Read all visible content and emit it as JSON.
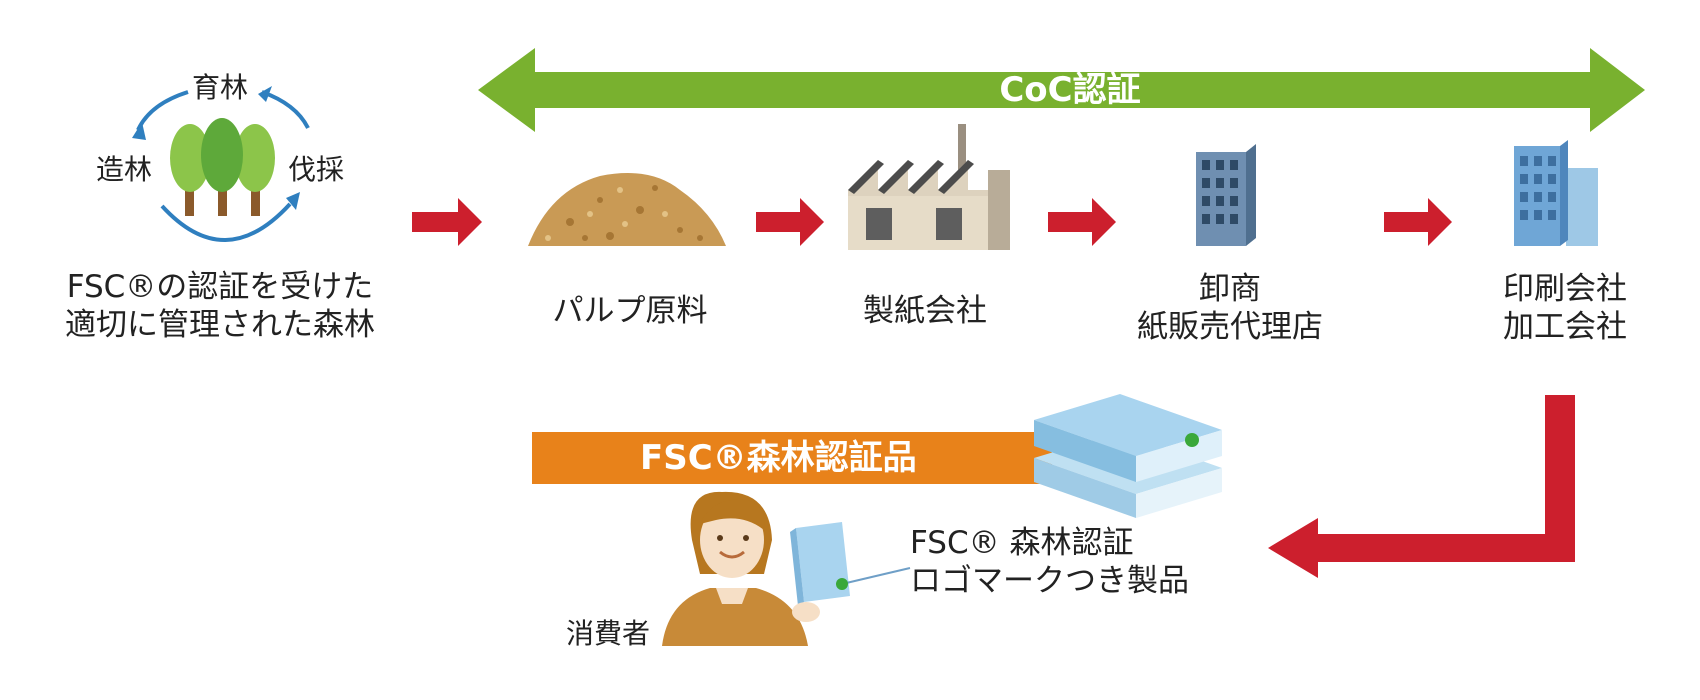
{
  "coc_banner": {
    "label": "CoC認証",
    "color": "#79b12f"
  },
  "forest": {
    "cycle": {
      "top": "育林",
      "left": "造林",
      "right": "伐採"
    },
    "caption_lines": [
      "FSC®の認証を受けた",
      "適切に管理された森林"
    ]
  },
  "chain": [
    {
      "id": "pulp",
      "label_lines": [
        "パルプ原料"
      ]
    },
    {
      "id": "paper_mill",
      "label_lines": [
        "製紙会社"
      ]
    },
    {
      "id": "wholesaler",
      "label_lines": [
        "卸商",
        "紙販売代理店"
      ]
    },
    {
      "id": "printer",
      "label_lines": [
        "印刷会社",
        "加工会社"
      ]
    }
  ],
  "product_banner": {
    "label": "FSC®森林認証品",
    "color": "#e8821a"
  },
  "product": {
    "caption_lines": [
      "FSC® 森林認証",
      "ロゴマークつき製品"
    ]
  },
  "consumer": {
    "label": "消費者"
  },
  "colors": {
    "flow_arrow": "#cc1f2d",
    "cycle_arrow": "#2f7fbf",
    "tree": "#7cbc3c"
  }
}
